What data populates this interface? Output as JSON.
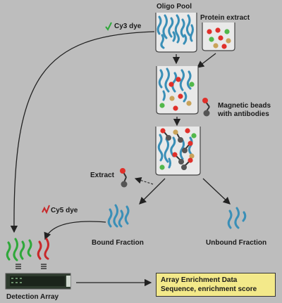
{
  "labels": {
    "oligo_pool": "Oligo Pool",
    "protein_extract": "Protein extract",
    "cy3_dye": "Cy3 dye",
    "magnetic_beads_1": "Magnetic beads",
    "magnetic_beads_2": "with antibodies",
    "extract": "Extract",
    "cy5_dye": "Cy5 dye",
    "bound_fraction": "Bound Fraction",
    "unbound_fraction": "Unbound Fraction",
    "detection_array": "Detection Array"
  },
  "result_box": {
    "line1": "Array Enrichment Data",
    "line2": "Sequence, enrichment score"
  },
  "colors": {
    "oligo": "#3a8fb7",
    "cy3": "#2fa83a",
    "cy5": "#c8282a",
    "red_dot": "#e0302a",
    "green_dot": "#52b84a",
    "tan_dot": "#c9a35a",
    "result_box": "#f3e98a"
  }
}
